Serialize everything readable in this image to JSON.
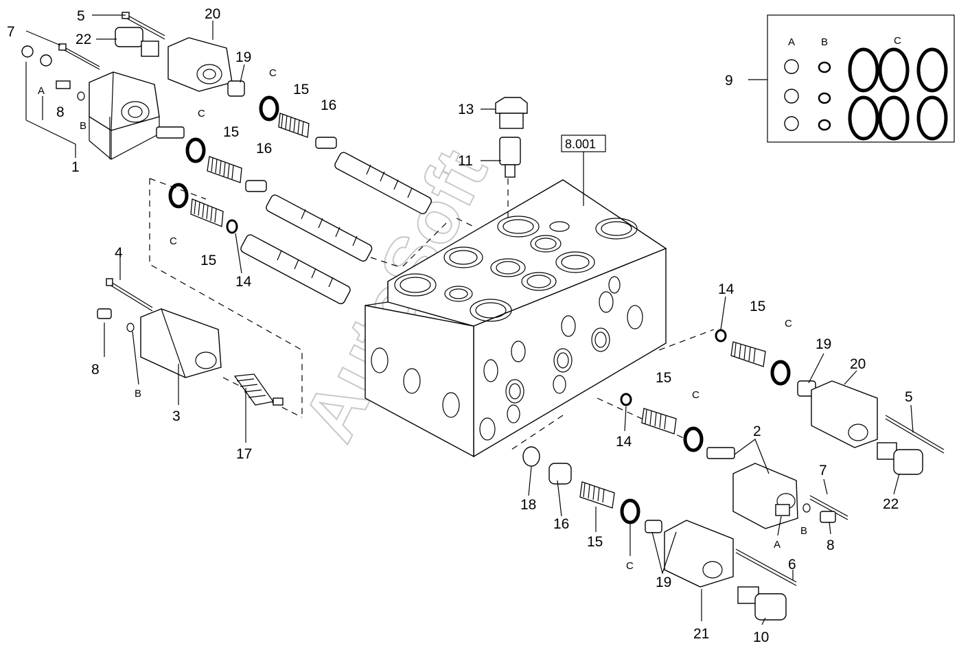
{
  "diagram": {
    "reference_box": "8.001",
    "watermark": "AutoSoft",
    "callouts": {
      "c5_top": "5",
      "c7_top": "7",
      "c20_top": "20",
      "c22_top": "22",
      "c19_top": "19",
      "cC_1": "C",
      "c15_1": "15",
      "c16_1": "16",
      "cA_1": "A",
      "c8_1": "8",
      "cB_1": "B",
      "c1": "1",
      "cC_2": "C",
      "c15_2": "15",
      "c16_2": "16",
      "cC_3": "C",
      "c15_3": "15",
      "c14_1": "14",
      "c13": "13",
      "c11": "11",
      "c9": "9",
      "c4": "4",
      "c8_2": "8",
      "cB_2": "B",
      "c3": "3",
      "c17": "17",
      "c14_2": "14",
      "c15_4": "15",
      "cC_4": "C",
      "c19_2": "19",
      "c20_2": "20",
      "c5_2": "5",
      "c22_2": "22",
      "c14_3": "14",
      "c15_5": "15",
      "cC_5": "C",
      "c2": "2",
      "c7_2": "7",
      "cB_3": "B",
      "cA_2": "A",
      "c8_3": "8",
      "c18": "18",
      "c16_3": "16",
      "c15_6": "15",
      "cC_6": "C",
      "c19_3": "19",
      "c6": "6",
      "c21": "21",
      "c10": "10"
    },
    "kit_box": {
      "label_A": "A",
      "label_B": "B",
      "label_C": "C"
    }
  }
}
